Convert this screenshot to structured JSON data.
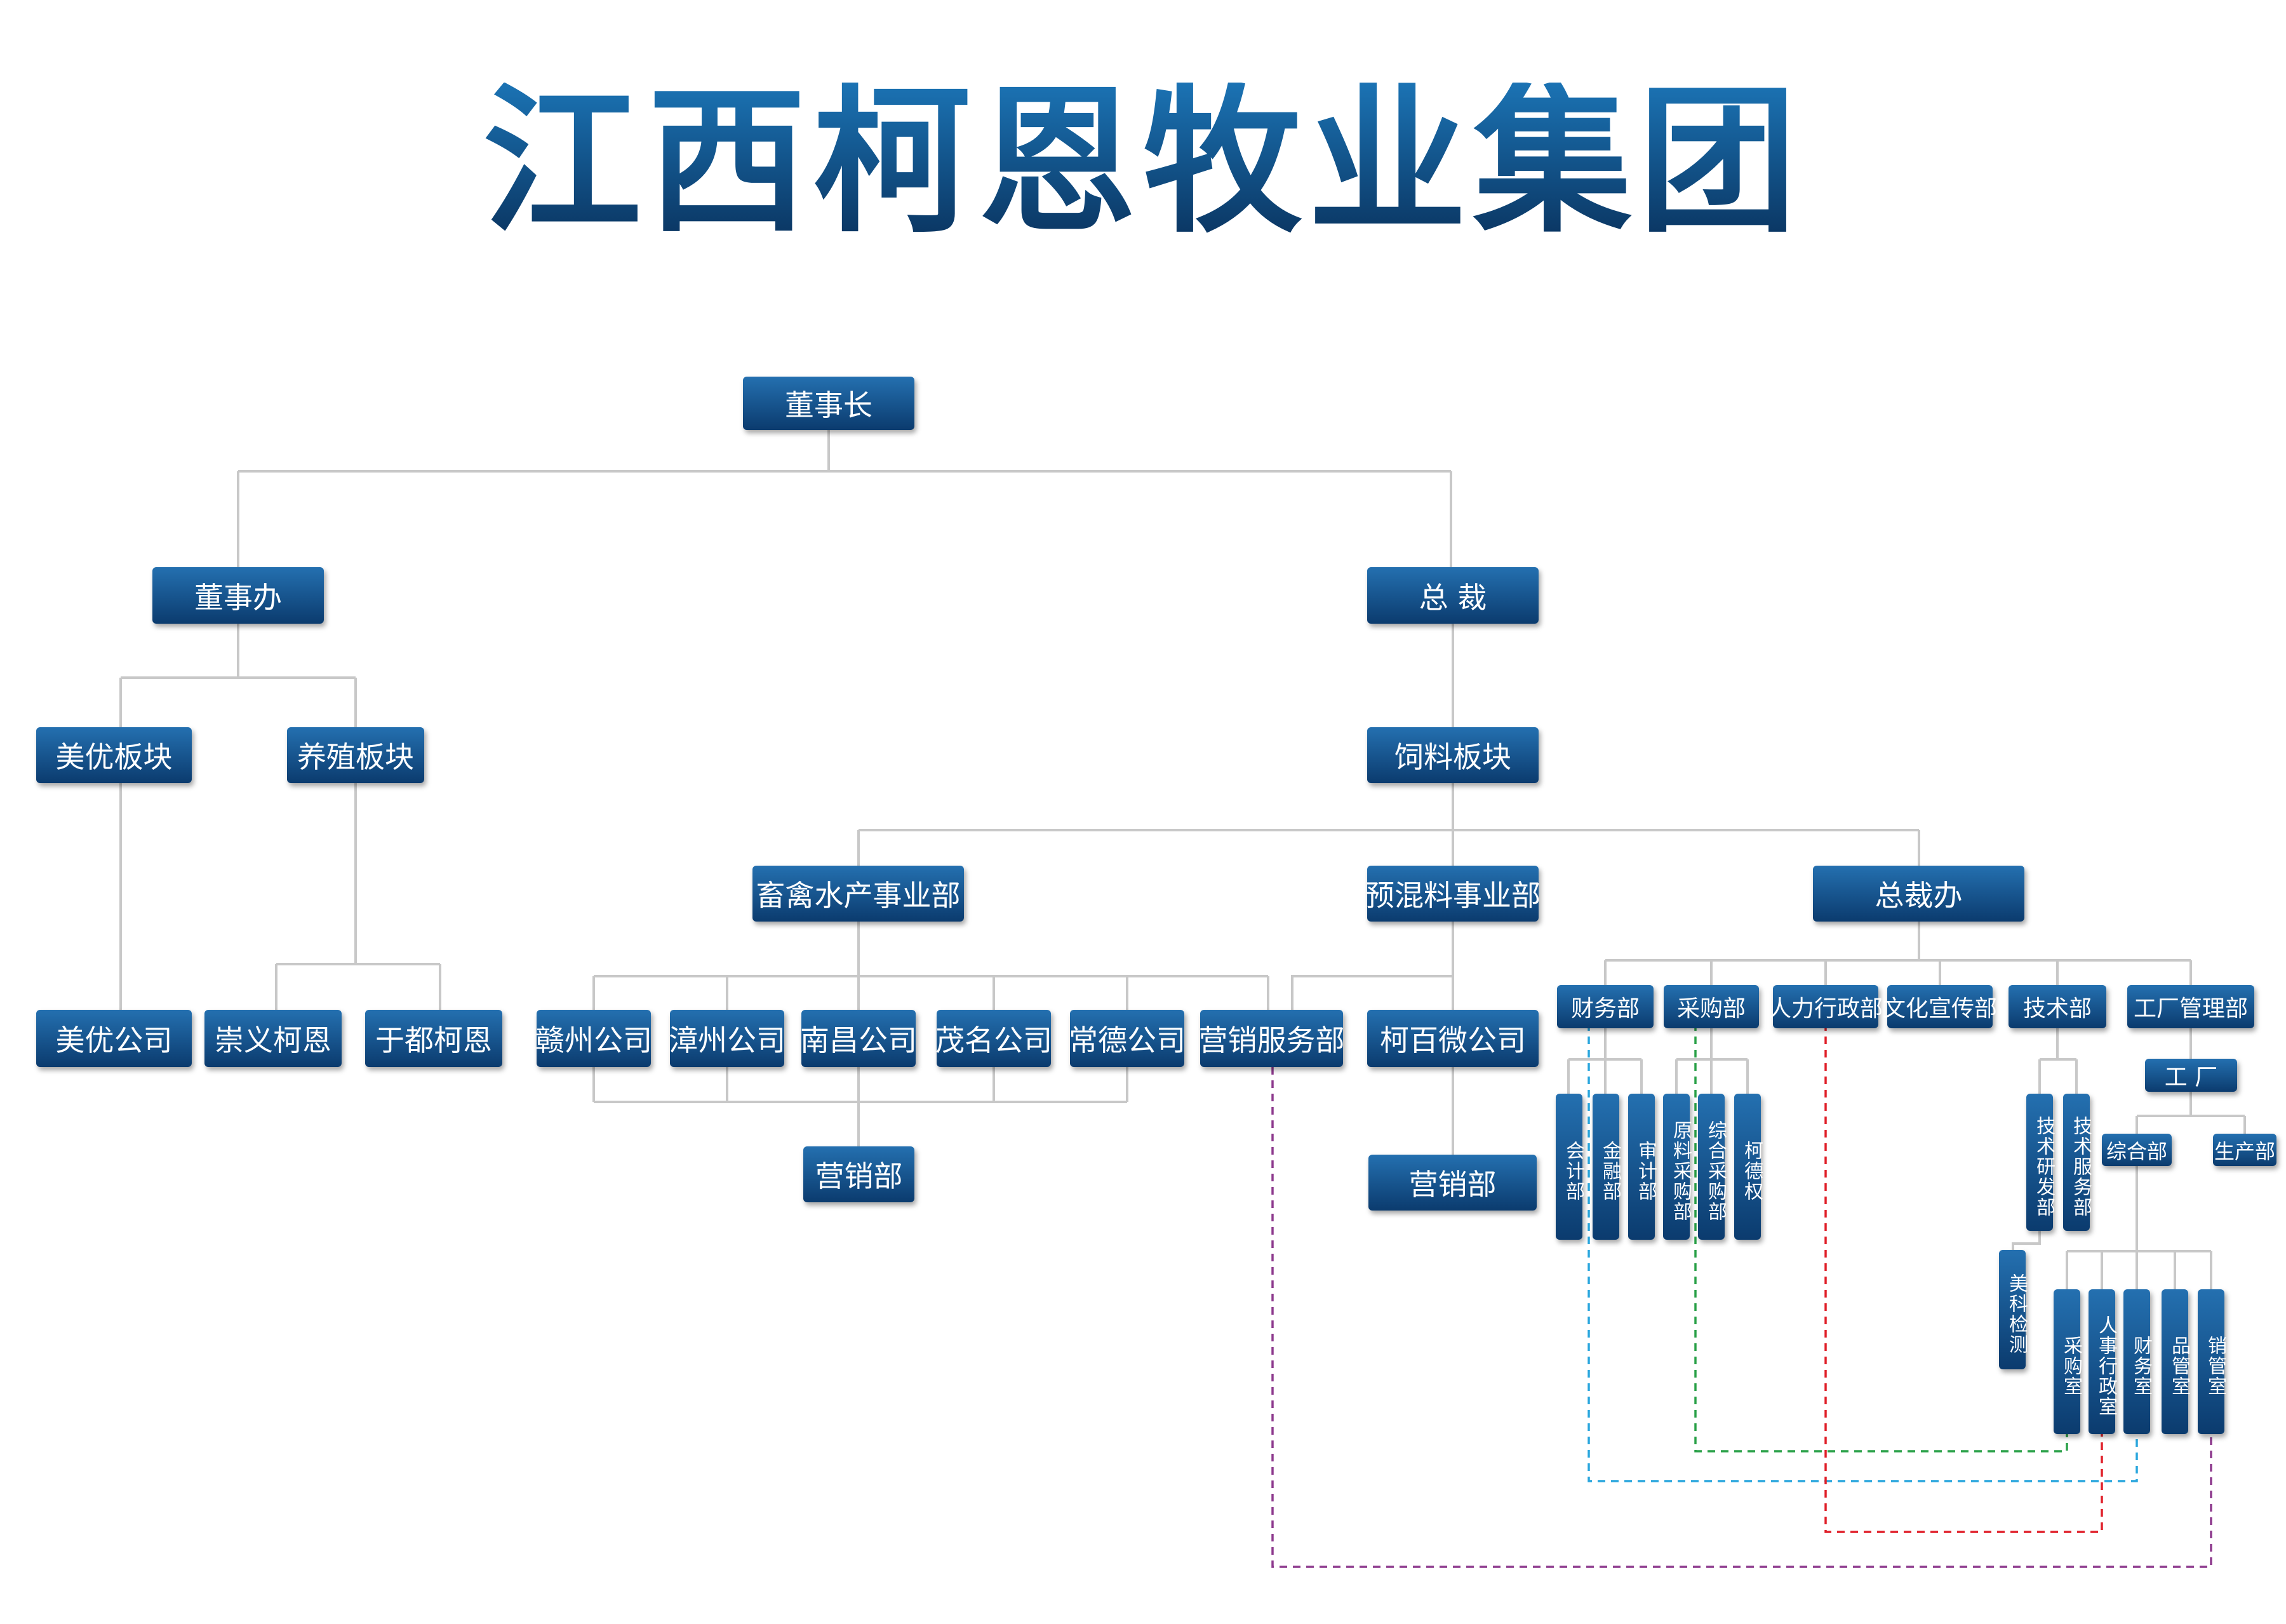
{
  "title": "江西柯恩牧业集团",
  "nodes": {
    "chairman": "董事长",
    "board_office": "董事办",
    "president": "总 裁",
    "meiyou_sector": "美优板块",
    "breeding_sector": "养殖板块",
    "feed_sector": "饲料板块",
    "livestock_div": "畜禽水产事业部",
    "premix_div": "预混料事业部",
    "president_office": "总裁办",
    "meiyou_co": "美优公司",
    "chongyi": "崇义柯恩",
    "yudu": "于都柯恩",
    "ganzhou": "赣州公司",
    "zhangzhou": "漳州公司",
    "nanchang": "南昌公司",
    "maoming": "茂名公司",
    "changde": "常德公司",
    "marketing_service": "营销服务部",
    "kebaiwei": "柯百微公司",
    "marketing_a": "营销部",
    "marketing_b": "营销部",
    "finance_dept": "财务部",
    "purchase_dept": "采购部",
    "hr_admin": "人力行政部",
    "culture": "文化宣传部",
    "tech_dept": "技术部",
    "factory_mgmt": "工厂管理部",
    "factory": "工 厂",
    "general_dept": "综合部",
    "production_dept": "生产部",
    "accounting": "会计部",
    "fin_finance": "金融部",
    "audit": "审计部",
    "raw_purchase": "原料采购部",
    "gen_purchase": "综合采购部",
    "kede": "柯德权",
    "tech_rd": "技术研发部",
    "tech_service": "技术服务部",
    "meike": "美科检测",
    "purchase_room": "采购室",
    "hr_room": "人事行政室",
    "finance_room": "财务室",
    "quality_room": "品管室",
    "sales_room": "销管室"
  },
  "colors": {
    "box_top": "#2470b0",
    "box_bottom": "#0b3b6e",
    "connector": "#c8c8c8",
    "dash_blue": "#29a6dd",
    "dash_green": "#2aa148",
    "dash_red": "#e0202a",
    "dash_purple": "#8e3b8e"
  }
}
